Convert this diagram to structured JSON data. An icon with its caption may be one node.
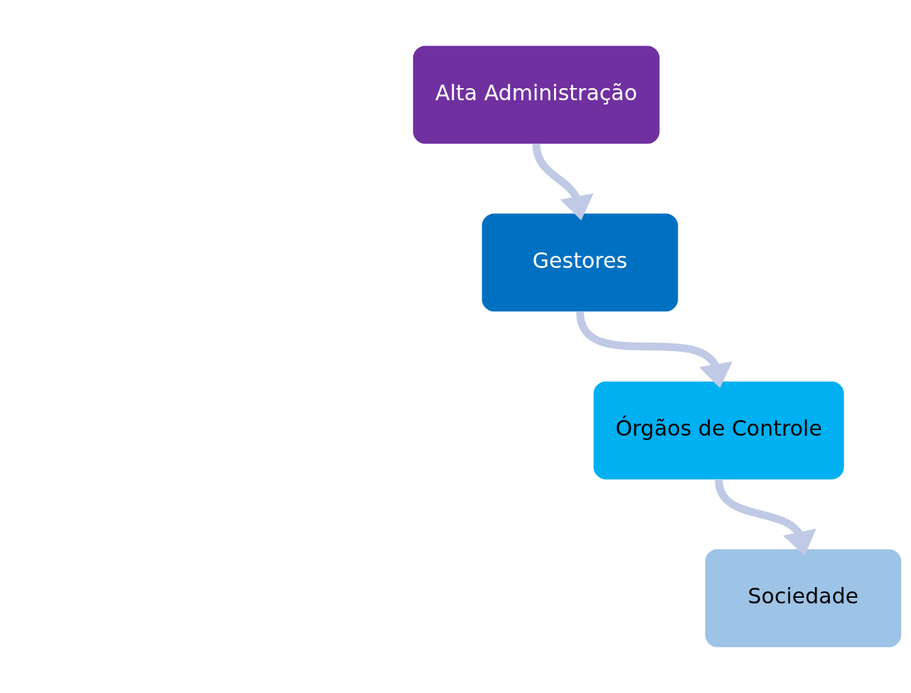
{
  "diagram": {
    "nodes": [
      {
        "text": [
          "Alta Administração"
        ]
      },
      {
        "text": [
          "Gestores"
        ]
      },
      {
        "text": [
          "Órgãos de Controle"
        ]
      },
      {
        "text": [
          "Sociedade"
        ]
      }
    ],
    "edges": [
      {
        "from": 0,
        "to": 1,
        "arrow": "to"
      },
      {
        "from": 1,
        "to": 2,
        "arrow": "to"
      },
      {
        "from": 2,
        "to": 3,
        "arrow": "to"
      }
    ]
  }
}
